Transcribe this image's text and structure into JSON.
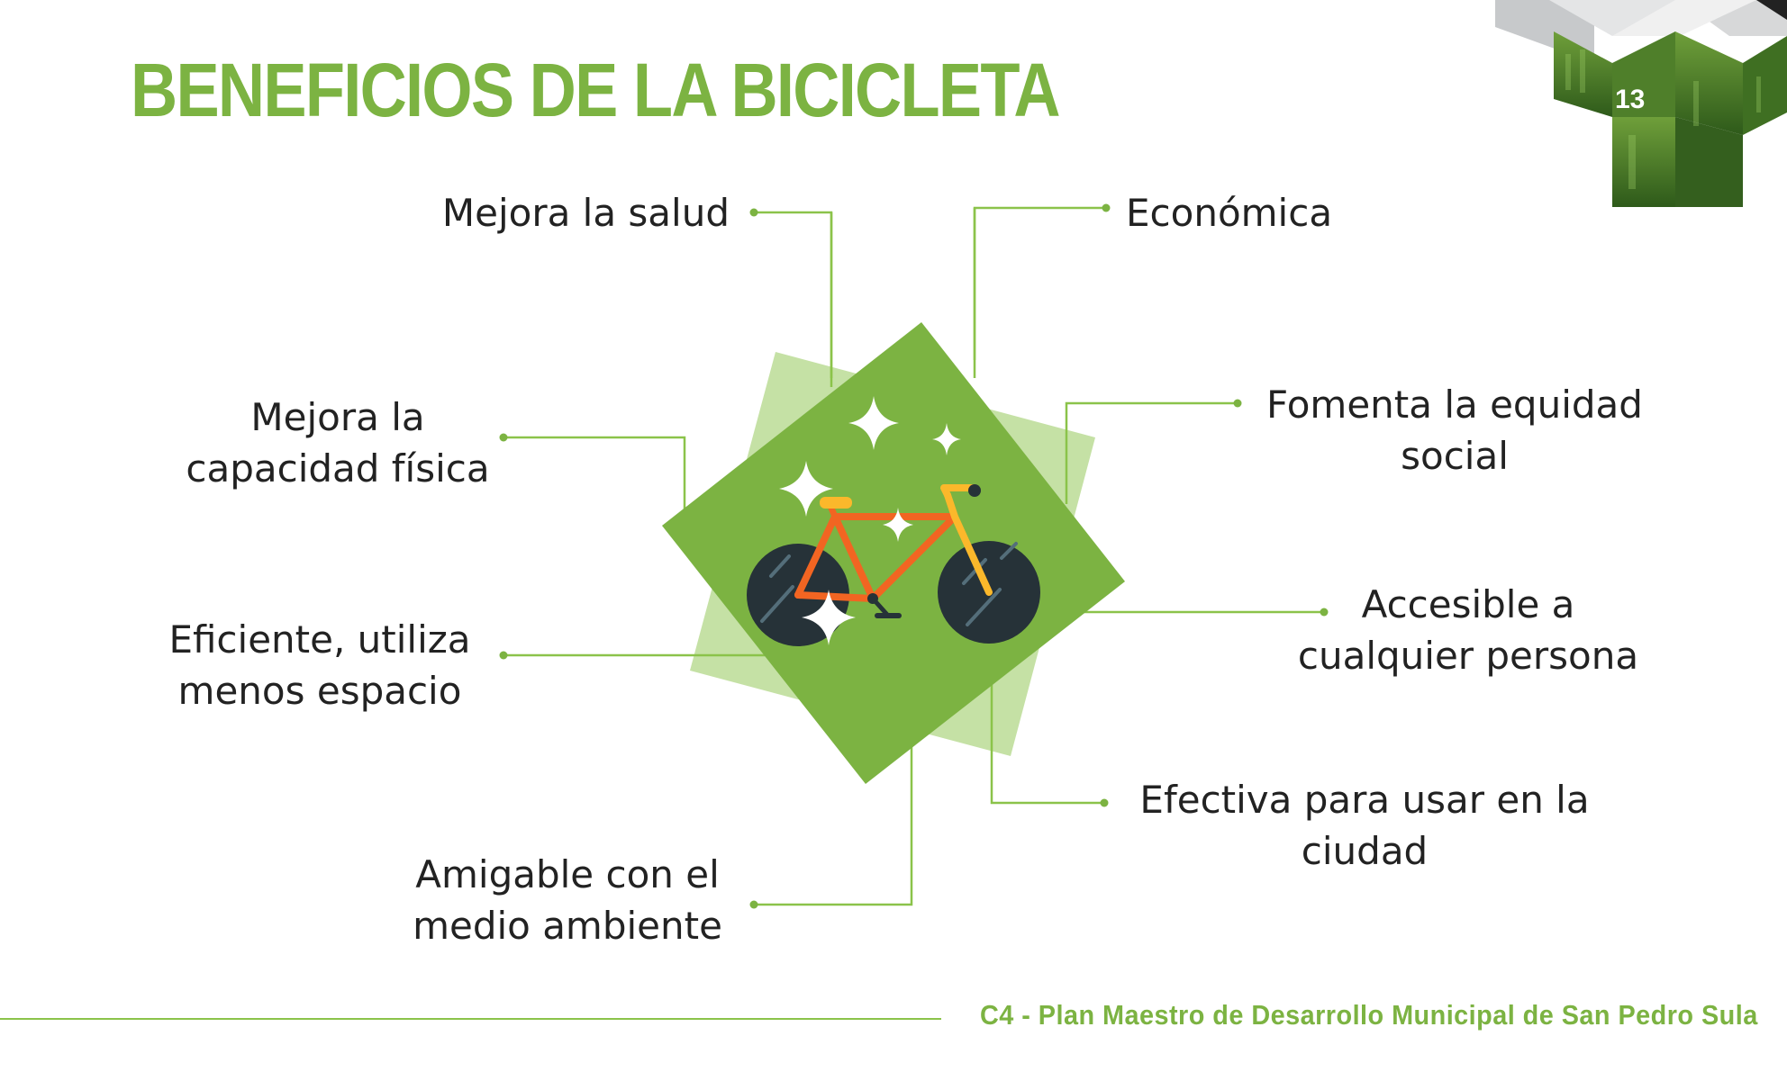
{
  "title": "BENEFICIOS DE LA BICICLETA",
  "page_number": "13",
  "benefits": {
    "salud": [
      "Mejora la salud"
    ],
    "capacidad": [
      "Mejora la",
      "capacidad física"
    ],
    "eficiente": [
      "Eficiente, utiliza",
      "menos espacio"
    ],
    "amigable": [
      "Amigable con el",
      "medio ambiente"
    ],
    "economica": [
      "Económica"
    ],
    "equidad": [
      "Fomenta la equidad",
      "social"
    ],
    "accesible": [
      "Accesible a",
      "cualquier persona"
    ],
    "efectiva": [
      "Efectiva para usar en la",
      "ciudad"
    ]
  },
  "footer": "C4 - Plan Maestro de Desarrollo Municipal de San Pedro Sula",
  "colors": {
    "accent_green": "#7cb342",
    "light_green": "#c5e1a5",
    "bike_frame": "#f26522",
    "bike_fork": "#fbb82b",
    "wheel": "#263238",
    "text": "#222222"
  },
  "icons": [
    "bicycle-icon",
    "sparkle-icon"
  ]
}
